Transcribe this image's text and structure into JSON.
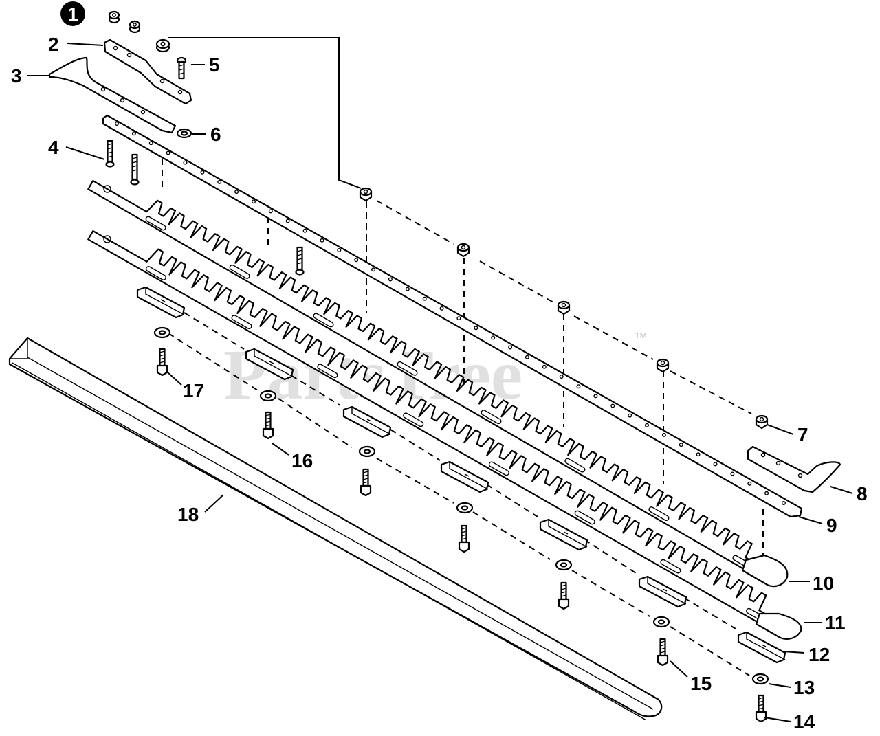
{
  "watermark": {
    "text": "PartsTree",
    "trademark": "™"
  },
  "callouts": [
    {
      "id": "1",
      "label": "1",
      "highlight": true
    },
    {
      "id": "2",
      "label": "2"
    },
    {
      "id": "3",
      "label": "3"
    },
    {
      "id": "4",
      "label": "4"
    },
    {
      "id": "5",
      "label": "5"
    },
    {
      "id": "6",
      "label": "6"
    },
    {
      "id": "7",
      "label": "7"
    },
    {
      "id": "8",
      "label": "8"
    },
    {
      "id": "9",
      "label": "9"
    },
    {
      "id": "10",
      "label": "10"
    },
    {
      "id": "11",
      "label": "11"
    },
    {
      "id": "12",
      "label": "12"
    },
    {
      "id": "13",
      "label": "13"
    },
    {
      "id": "14",
      "label": "14"
    },
    {
      "id": "15",
      "label": "15"
    },
    {
      "id": "16",
      "label": "16"
    },
    {
      "id": "17",
      "label": "17"
    },
    {
      "id": "18",
      "label": "18"
    }
  ]
}
